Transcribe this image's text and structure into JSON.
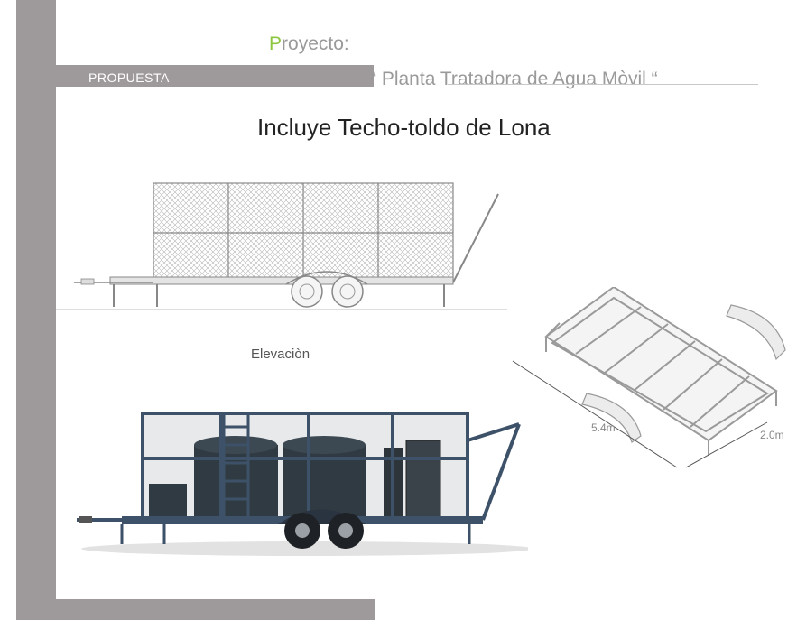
{
  "header": {
    "proposal_label": "PROPUESTA",
    "project_first_letter": "P",
    "project_rest": "royecto:",
    "project_name": "“ Planta Tratadora de Agua Mòvil “"
  },
  "main": {
    "heading": "Incluye Techo-toldo de Lona",
    "elevation_label": "Elevaciòn"
  },
  "frame_diagram": {
    "length_label": "5.4m",
    "width_label": "2.0m"
  },
  "colors": {
    "frame_gray": "#9e9a9b",
    "accent_green": "#8dc63f",
    "trailer_steel": "#3d5168",
    "tank_dark": "#2f3a42"
  }
}
